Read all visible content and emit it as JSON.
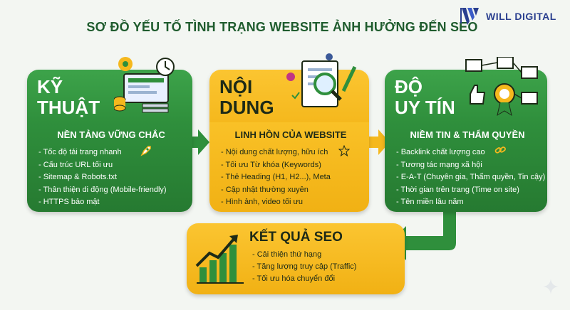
{
  "header": {
    "title": "SƠ ĐỒ YẾU TỐ TÌNH TRẠNG WEBSITE ẢNH HƯỞNG ĐẾN SEO",
    "logo_text": "WILL DIGITAL"
  },
  "cards": [
    {
      "title_line1": "KỸ",
      "title_line2": "THUẬT",
      "subtitle": "NỀN TẢNG VỮNG CHẮC",
      "items": [
        "- Tốc độ tải trang nhanh",
        "- Cấu trúc URL tối ưu",
        "- Sitemap & Robots.txt",
        "- Thân thiện di động (Mobile-friendly)",
        "- HTTPS bảo mật"
      ],
      "icon": "server-gear-icon",
      "color": "#2f8f3c"
    },
    {
      "title_line1": "NỘI",
      "title_line2": "DUNG",
      "subtitle": "LINH HỒN CỦA WEBSITE",
      "items": [
        "- Nội dung chất lượng, hữu ích",
        "- Tối ưu Từ khóa (Keywords)",
        "- Thẻ Heading (H1, H2...), Meta",
        "- Cập nhật thường xuyên",
        "- Hình ảnh, video tối ưu"
      ],
      "icon": "document-magnifier-icon",
      "color": "#f5b81d"
    },
    {
      "title_line1": "ĐỘ",
      "title_line2": "UY TÍN",
      "subtitle": "NIỀM TIN & THẨM QUYỀN",
      "items": [
        "- Backlink chất lượng cao",
        "- Tương tác mạng xã hội",
        "- E-A-T (Chuyên gia, Thẩm quyền, Tin cậy)",
        "- Thời gian trên trang (Time on site)",
        "- Tên miền lâu năm"
      ],
      "icon": "network-trust-icon",
      "color": "#2f8f3c"
    }
  ],
  "result": {
    "title": "KẾT QUẢ SEO",
    "items": [
      "- Cải thiện thứ hạng",
      "- Tăng lượng truy cập (Traffic)",
      "- Tối ưu hóa chuyển đổi"
    ],
    "icon": "growth-chart-icon"
  },
  "colors": {
    "green": "#2f8f3c",
    "yellow": "#f5b81d",
    "title": "#1f5c2e",
    "logo": "#2a3f8f"
  }
}
